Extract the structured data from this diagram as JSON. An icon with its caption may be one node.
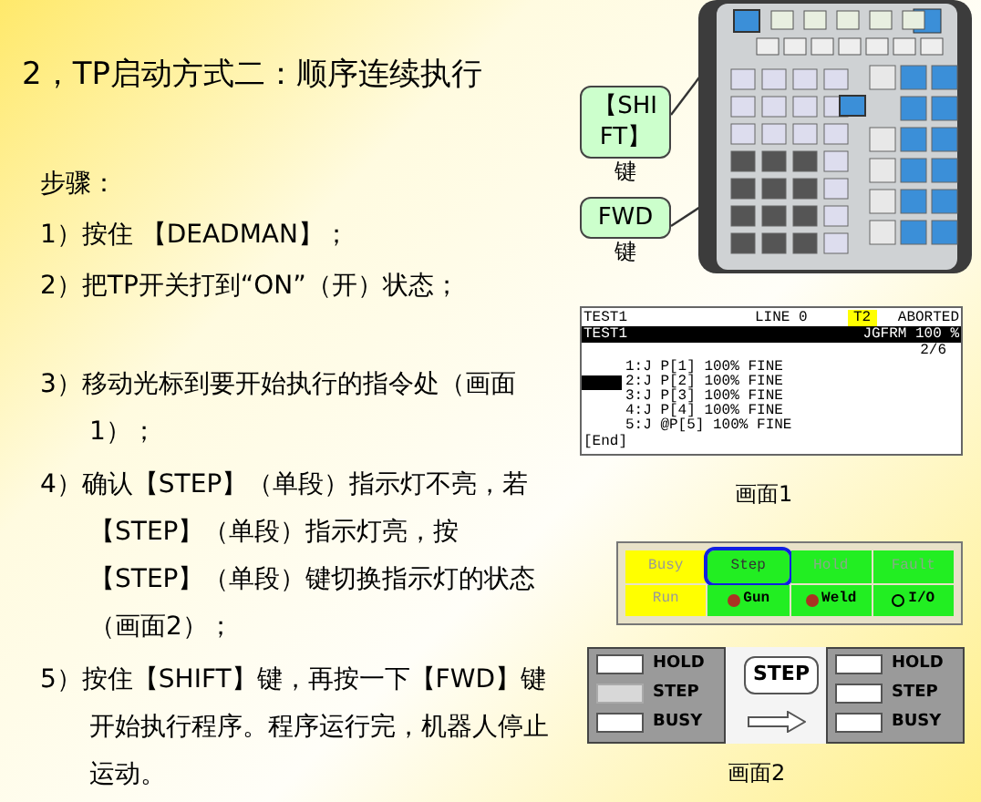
{
  "diagram": {
    "title": "2，TP启动方式二：顺序连续执行",
    "nodes": [
      {
        "text": [
          "【SHIFT】",
          "键"
        ]
      },
      {
        "text": [
          "FWD",
          "键"
        ]
      },
      {
        "text": [],
        "shape": "picture"
      },
      {
        "text": [],
        "shape": "box",
        "in": 2
      },
      {
        "text": [],
        "shape": "box",
        "in": 2
      }
    ],
    "edges": [
      {
        "from": 0,
        "to": 3,
        "arrow": "none"
      },
      {
        "from": 1,
        "to": 4,
        "arrow": "none"
      }
    ],
    "labels": [
      "步骤：",
      "1）按住 【DEADMAN】；",
      "2）把TP开关打到“ON”（开）状态；",
      "3）移动光标到要开始执行的指令处（画面1）；",
      "4）确认【STEP】（单段）指示灯不亮，若【STEP】（单段）指示灯亮，按【STEP】（单段）键切换指示灯的状态（画面2）；",
      "5）按住【SHIFT】键，再按一下【FWD】键开始执行程序。程序运行完，机器人停止运动。",
      "TEST1",
      "LINE 0",
      "T2",
      "ABORTED",
      "TEST1",
      "JGFRM 100 %",
      "2/6",
      "1:J P[1] 100% FINE",
      "2:J P[2] 100% FINE",
      "3:J P[3] 100% FINE",
      "4:J P[4] 100% FINE",
      "5:J @P[5] 100% FINE",
      "[End]",
      "画面1",
      "Busy",
      "Step",
      "Hold",
      "Fault",
      "Run",
      "Gun",
      "Weld",
      "I/O",
      "HOLD",
      "STEP",
      "BUSY",
      "STEP",
      "HOLD",
      "STEP",
      "BUSY",
      "画面2"
    ]
  }
}
